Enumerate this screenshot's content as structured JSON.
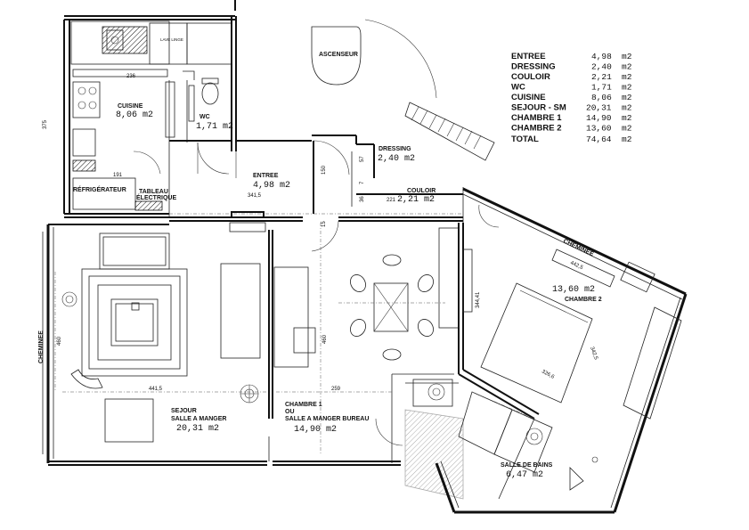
{
  "rooms": {
    "cuisine": {
      "label": "CUISINE",
      "area": "8,06 m2"
    },
    "wc": {
      "label": "WC",
      "area": "1,71 m2"
    },
    "entree": {
      "label": "ENTREE",
      "area": "4,98 m2"
    },
    "dressing": {
      "label": "DRESSING",
      "area": "2,40 m2"
    },
    "couloir": {
      "label": "COULOIR",
      "area": "2,21 m2"
    },
    "sejour": {
      "label1": "SEJOUR",
      "label2": "SALLE A MANGER",
      "area": "20,31 m2"
    },
    "chambre1": {
      "label1": "CHAMBRE 1",
      "label2": "OU",
      "label3": "SALLE A MANGER BUREAU",
      "area": "14,90 m2"
    },
    "chambre2": {
      "label": "CHAMBRE 2",
      "area": "13,60 m2"
    },
    "sdb": {
      "label": "SALLE DE BAINS",
      "area": "6,47 m2"
    }
  },
  "labels": {
    "ascenseur": "ASCENSEUR",
    "lave_linge": "LAVE LINGE",
    "refrigerateur": "RÉFRIGÉRATEUR",
    "tableau": "TABLEAU",
    "electrique": "ÉLECTRIQUE",
    "cheminee_sejour": "CHEMINEE",
    "cheminee_chambre": "CHEMINEE"
  },
  "dimensions": {
    "d236": "236",
    "d375": "375",
    "d191": "191",
    "d341": "341,5",
    "d150": "150",
    "d57": "57",
    "d36": "36",
    "d7": "7",
    "d221": "221",
    "d15": "15",
    "d460a": "460",
    "d441": "441,5",
    "d460b": "460",
    "d259": "259",
    "d442": "442,5",
    "d344": "344,41",
    "d342": "342,5",
    "d326": "326,6"
  },
  "summary": {
    "rows": [
      {
        "name": "ENTREE",
        "value": "4,98",
        "unit": "m2"
      },
      {
        "name": "DRESSING",
        "value": "2,40",
        "unit": "m2"
      },
      {
        "name": "COULOIR",
        "value": "2,21",
        "unit": "m2"
      },
      {
        "name": "WC",
        "value": "1,71",
        "unit": "m2"
      },
      {
        "name": "CUISINE",
        "value": "8,06",
        "unit": "m2"
      },
      {
        "name": "SEJOUR - SM",
        "value": "20,31",
        "unit": "m2"
      },
      {
        "name": "CHAMBRE 1",
        "value": "14,90",
        "unit": "m2"
      },
      {
        "name": "CHAMBRE 2",
        "value": "13,60",
        "unit": "m2"
      }
    ],
    "total": {
      "name": "TOTAL",
      "value": "74,64",
      "unit": "m2"
    }
  }
}
